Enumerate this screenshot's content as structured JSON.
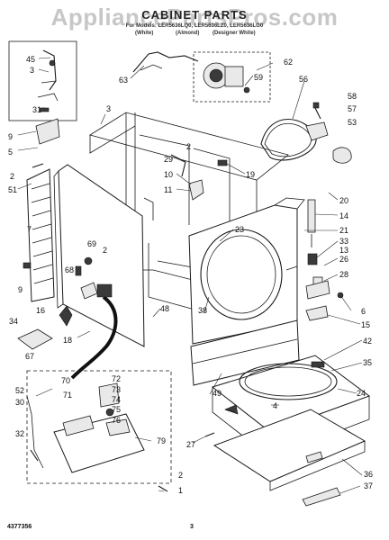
{
  "header": {
    "watermark": "AppliancePartsPros.com",
    "title": "CABINET PARTS",
    "subtitle": "For Models: LER5636LQ0, LER5636LZ0, LER5636LG0",
    "color_white": "(White)",
    "color_almond": "(Almond)",
    "color_designer": "(Designer White)"
  },
  "footer": {
    "doc_number": "4377356",
    "page_number": "3"
  },
  "callouts": [
    "45",
    "3",
    "31",
    "63",
    "62",
    "59",
    "56",
    "58",
    "57",
    "53",
    "3",
    "9",
    "5",
    "2",
    "51",
    "2",
    "29",
    "10",
    "11",
    "19",
    "20",
    "7",
    "14",
    "21",
    "33",
    "13",
    "26",
    "28",
    "23",
    "69",
    "2",
    "68",
    "9",
    "34",
    "16",
    "67",
    "18",
    "38",
    "48",
    "6",
    "15",
    "42",
    "35",
    "24",
    "52",
    "70",
    "72",
    "73",
    "74",
    "75",
    "71",
    "76",
    "30",
    "79",
    "32",
    "4",
    "49",
    "27",
    "36",
    "37",
    "2",
    "1"
  ]
}
